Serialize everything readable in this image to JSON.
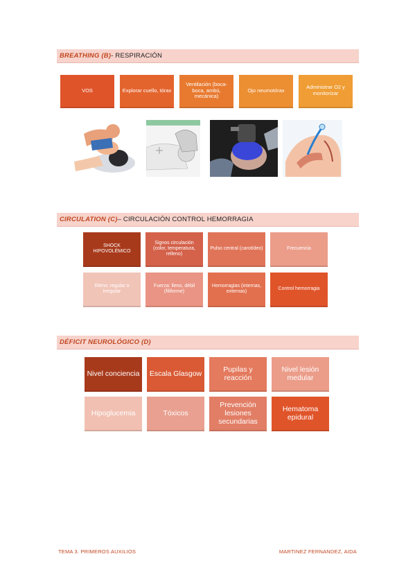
{
  "breathing": {
    "code": "BREATHING (B)",
    "title": " - RESPIRACIÓN",
    "steps": [
      "VOS",
      "Explorar cuello, tórax",
      "Ventilación (boca-boca, ambú, mecánica)",
      "Ojo neumotórax",
      "Administrar O2 y monitorizar"
    ],
    "colors": [
      "#e0542a",
      "#e4642e",
      "#e87a30",
      "#ec8e32",
      "#ef9d34"
    ]
  },
  "circulation": {
    "code": "CIRCULATION (C)",
    "title": " – CIRCULACIÓN CONTROL HEMORRAGIA",
    "items": [
      "SHOCK HIPOVOLÉMICO",
      "Signos circulación (color, temperatura, relleno)",
      "Pulso central (carotídeo)",
      "Frecuencia",
      "Ritmo: regular o irregular",
      "Fuerza: lleno, débil (filiforme)",
      "Hemorragias (internas, externas)",
      "Control hemorragia"
    ],
    "colors": [
      "#a83a1c",
      "#d4614a",
      "#e07458",
      "#eb9d8a",
      "#f1c4b8",
      "#e99484",
      "#e2704f",
      "#e0542a"
    ]
  },
  "neuro": {
    "code": "DÉFICIT NEUROLÓGICO (D)",
    "items": [
      "Nivel conciencia",
      "Escala Glasgow",
      "Pupilas y reacción",
      "Nivel lesión medular",
      "Hipoglucemia",
      "Tóxicos",
      "Prevención lesiones secundarias",
      "Hematoma epidural"
    ],
    "colors": [
      "#a83a1c",
      "#d95a35",
      "#e47a5e",
      "#eb9d8a",
      "#f1c0b2",
      "#e9a090",
      "#e27e66",
      "#e0542a"
    ]
  },
  "footer": {
    "left": "TEMA 3. PRIMEROS AUXILIOS",
    "right": "MARTINEZ FERNANDEZ, AIDA"
  }
}
